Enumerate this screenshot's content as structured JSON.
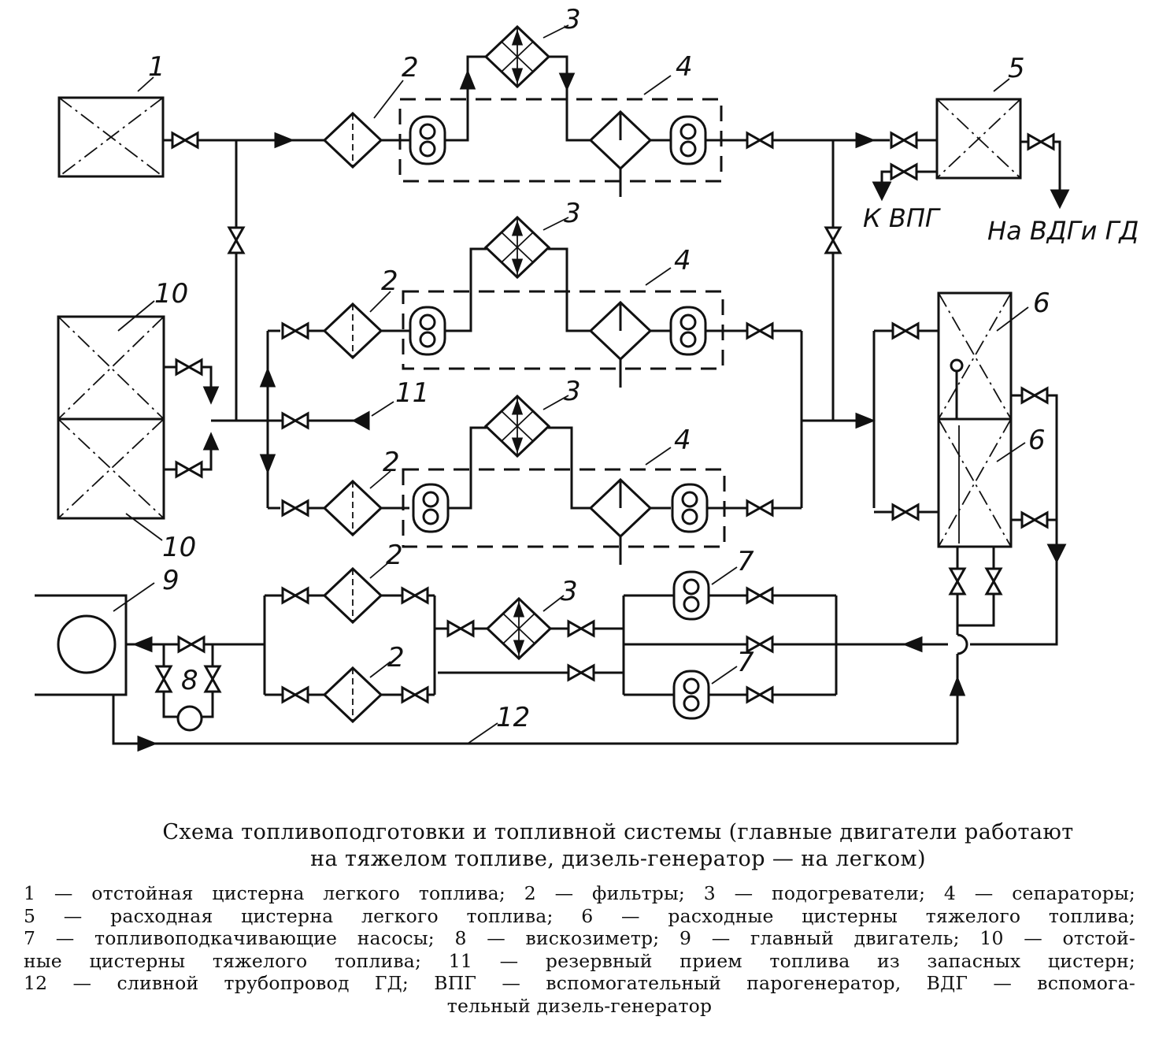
{
  "diagram": {
    "labels": {
      "settling_tank_light": "1",
      "filter": "2",
      "heater": "3",
      "separator": "4",
      "service_tank_light": "5",
      "service_tank_heavy": "6",
      "booster_pump": "7",
      "viscosimeter": "8",
      "main_engine": "9",
      "settling_tank_heavy": "10",
      "reserve_intake": "11",
      "drain_pipeline": "12"
    },
    "destinations": {
      "to_aux_boiler": "К ВПГ",
      "to_aux_diesel_and_main_engine": "На ВДГи ГД"
    }
  },
  "caption": {
    "title_line1": "Схема топливоподготовки и топливной системы (главные двигатели работают",
    "title_line2": "на тяжелом топливе, дизель-генератор — на легком)",
    "legend": [
      "1 — отстойная цистерна легкого топлива; 2 — фильтры; 3 — подогреватели; 4 — сепараторы;",
      "5 — расходная цистерна легкого топлива; 6 — расходные цистерны тяжелого топлива;",
      "7 — топливоподкачивающие насосы; 8 — вискозиметр; 9 — главный двигатель; 10 — отстой-",
      "ные цистерны тяжелого топлива; 11 — резервный прием топлива из запасных цистерн;",
      "12 — сливной трубопровод ГД; ВПГ — вспомогательный парогенератор, ВДГ — вспомога-",
      "тельный дизель-генератор"
    ]
  }
}
